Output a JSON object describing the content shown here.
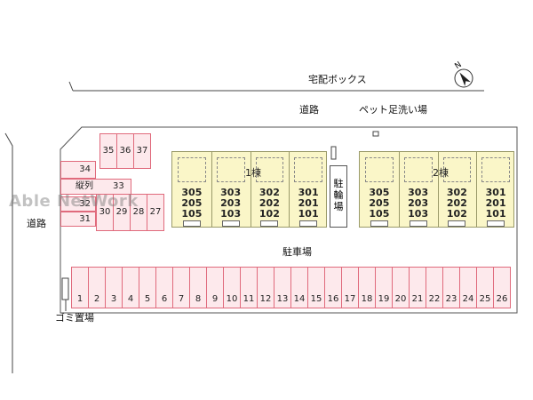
{
  "labels": {
    "delivery_box": "宅配ボックス",
    "road_top": "道路",
    "pet_wash": "ペット足洗い場",
    "road_left": "道路",
    "parking": "駐車場",
    "garbage": "ゴミ置場",
    "bicycle_parking": "駐輪場",
    "tandem": "縦列",
    "north": "N"
  },
  "watermark": "Able NetWork",
  "buildings": [
    {
      "name": "1棟",
      "columns": [
        [
          "305",
          "205",
          "105"
        ],
        [
          "303",
          "203",
          "103"
        ],
        [
          "302",
          "202",
          "102"
        ],
        [
          "301",
          "201",
          "101"
        ]
      ]
    },
    {
      "name": "2棟",
      "columns": [
        [
          "305",
          "205",
          "105"
        ],
        [
          "303",
          "203",
          "103"
        ],
        [
          "302",
          "202",
          "102"
        ],
        [
          "301",
          "201",
          "101"
        ]
      ]
    }
  ],
  "parking_bottom": [
    "1",
    "2",
    "3",
    "4",
    "5",
    "6",
    "7",
    "8",
    "9",
    "10",
    "11",
    "12",
    "13",
    "14",
    "15",
    "16",
    "17",
    "18",
    "19",
    "20",
    "21",
    "22",
    "23",
    "24",
    "25",
    "26"
  ],
  "parking_top_row": [
    "35",
    "36",
    "37"
  ],
  "parking_left_col": [
    "34",
    "32",
    "31"
  ],
  "parking_tandem": "33",
  "parking_mid_row": [
    "30",
    "29",
    "28",
    "27"
  ],
  "colors": {
    "stall_fill": "#fde9ec",
    "stall_border": "#e06a7c",
    "building_fill": "#faf6c8",
    "watermark": "#888888"
  }
}
